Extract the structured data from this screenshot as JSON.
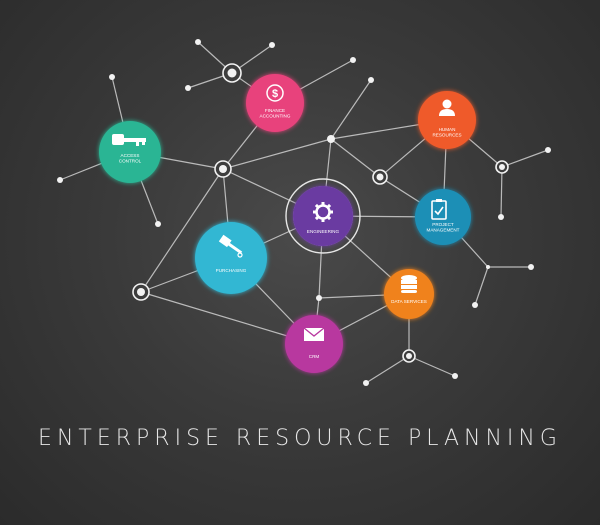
{
  "title": "ENTERPRISE RESOURCE PLANNING",
  "colors": {
    "background": "#3a3a3a",
    "line": "#d0d0d0",
    "pink": "#e8437c",
    "orange_red": "#ef5a2a",
    "teal": "#2cb594",
    "blue": "#1f8fb6",
    "cyan": "#30b7d3",
    "purple": "#6a3aa1",
    "orange": "#f0821f",
    "magenta": "#b8379f"
  },
  "modules": [
    {
      "id": "finance",
      "label": "FINANCE\nACCOUNTING",
      "icon": "dollar-icon",
      "color": "#e8437c"
    },
    {
      "id": "human",
      "label": "HUMAN\nRESOURCES",
      "icon": "person-icon",
      "color": "#ef5a2a"
    },
    {
      "id": "access",
      "label": "ACCESS\nCONTROL",
      "icon": "key-icon",
      "color": "#2cb594"
    },
    {
      "id": "engineering",
      "label": "ENGINEERING",
      "icon": "gear-icon",
      "color": "#6a3aa1"
    },
    {
      "id": "project",
      "label": "PROJECT\nMANAGEMENT",
      "icon": "clipboard-icon",
      "color": "#1f8fb6"
    },
    {
      "id": "purchasing",
      "label": "PURCHASING",
      "icon": "hammer-icon",
      "color": "#30b7d3"
    },
    {
      "id": "data",
      "label": "DATA SERVICES",
      "icon": "database-icon",
      "color": "#f0821f"
    },
    {
      "id": "crm",
      "label": "CRM",
      "icon": "envelope-icon",
      "color": "#b8379f"
    }
  ]
}
